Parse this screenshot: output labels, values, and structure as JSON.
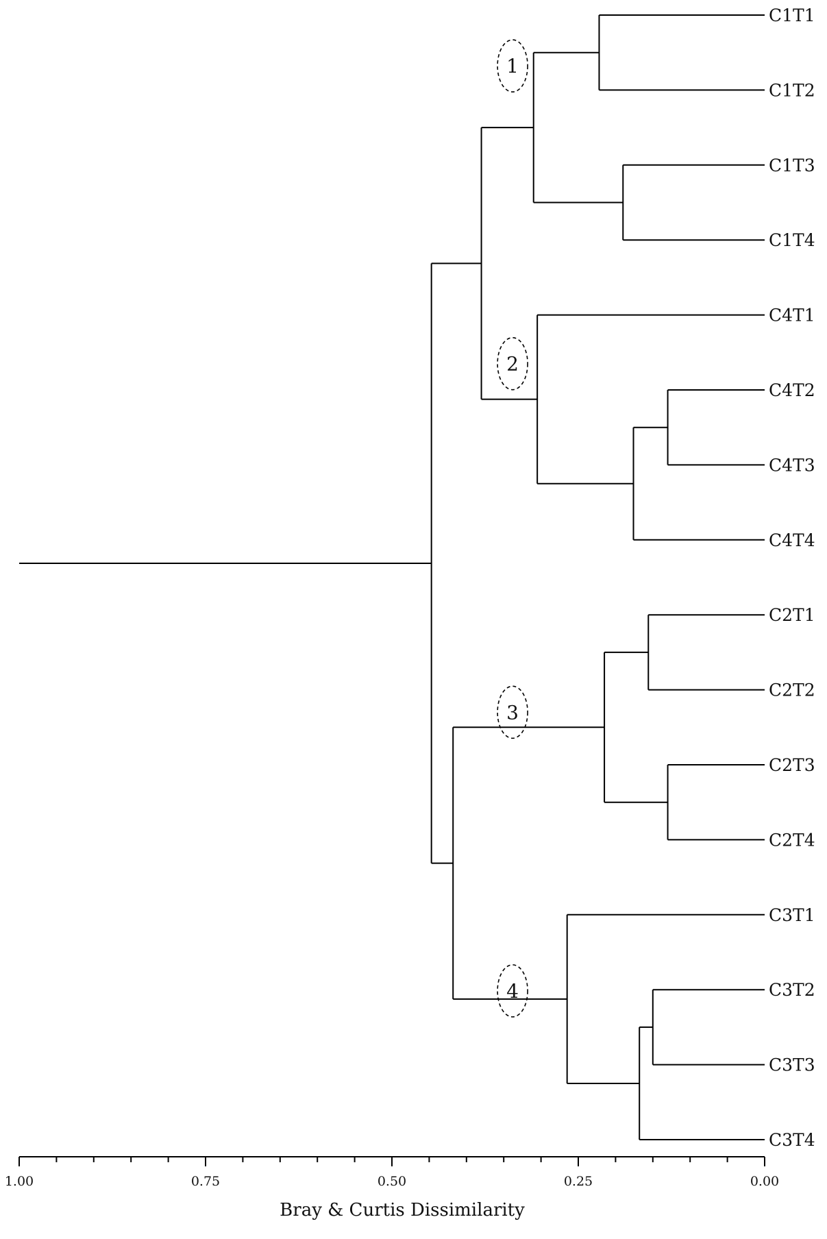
{
  "axis": {
    "title": "Bray & Curtis Dissimilarity",
    "range": [
      1.0,
      0.0
    ],
    "ticks": [
      {
        "value": 1.0,
        "label": "1.00"
      },
      {
        "value": 0.75,
        "label": "0.75"
      },
      {
        "value": 0.5,
        "label": "0.50"
      },
      {
        "value": 0.25,
        "label": "0.25"
      },
      {
        "value": 0.0,
        "label": "0.00"
      }
    ],
    "minor_step": 0.05
  },
  "leaves": [
    "C1T1",
    "C1T2",
    "C1T3",
    "C1T4",
    "C4T1",
    "C4T2",
    "C4T3",
    "C4T4",
    "C2T1",
    "C2T2",
    "C2T3",
    "C2T4",
    "C3T1",
    "C3T2",
    "C3T3",
    "C3T4"
  ],
  "merges": [
    {
      "id": "m1",
      "children": [
        "C1T1",
        "C1T2"
      ],
      "height": 0.222
    },
    {
      "id": "m2",
      "children": [
        "C1T3",
        "C1T4"
      ],
      "height": 0.19
    },
    {
      "id": "m3",
      "children": [
        "m1",
        "m2"
      ],
      "height": 0.31
    },
    {
      "id": "m4",
      "children": [
        "C4T2",
        "C4T3"
      ],
      "height": 0.13
    },
    {
      "id": "m5",
      "children": [
        "m4",
        "C4T4"
      ],
      "height": 0.176
    },
    {
      "id": "m6",
      "children": [
        "C4T1",
        "m5"
      ],
      "height": 0.305
    },
    {
      "id": "m7",
      "children": [
        "m3",
        "m6"
      ],
      "height": 0.38
    },
    {
      "id": "m8",
      "children": [
        "C2T1",
        "C2T2"
      ],
      "height": 0.156
    },
    {
      "id": "m9",
      "children": [
        "C2T3",
        "C2T4"
      ],
      "height": 0.13
    },
    {
      "id": "m10",
      "children": [
        "m8",
        "m9"
      ],
      "height": 0.215
    },
    {
      "id": "m11",
      "children": [
        "C3T2",
        "C3T3"
      ],
      "height": 0.15
    },
    {
      "id": "m12",
      "children": [
        "m11",
        "C3T4"
      ],
      "height": 0.168
    },
    {
      "id": "m13",
      "children": [
        "C3T1",
        "m12"
      ],
      "height": 0.265
    },
    {
      "id": "m14",
      "children": [
        "m10",
        "m13"
      ],
      "height": 0.418
    },
    {
      "id": "m15",
      "children": [
        "m7",
        "m14"
      ],
      "height": 0.447
    }
  ],
  "root_stem_to": 1.0,
  "clusters": [
    {
      "label": "1",
      "node": "m3"
    },
    {
      "label": "2",
      "node": "m6"
    },
    {
      "label": "3",
      "node": "m10"
    },
    {
      "label": "4",
      "node": "m13"
    }
  ]
}
